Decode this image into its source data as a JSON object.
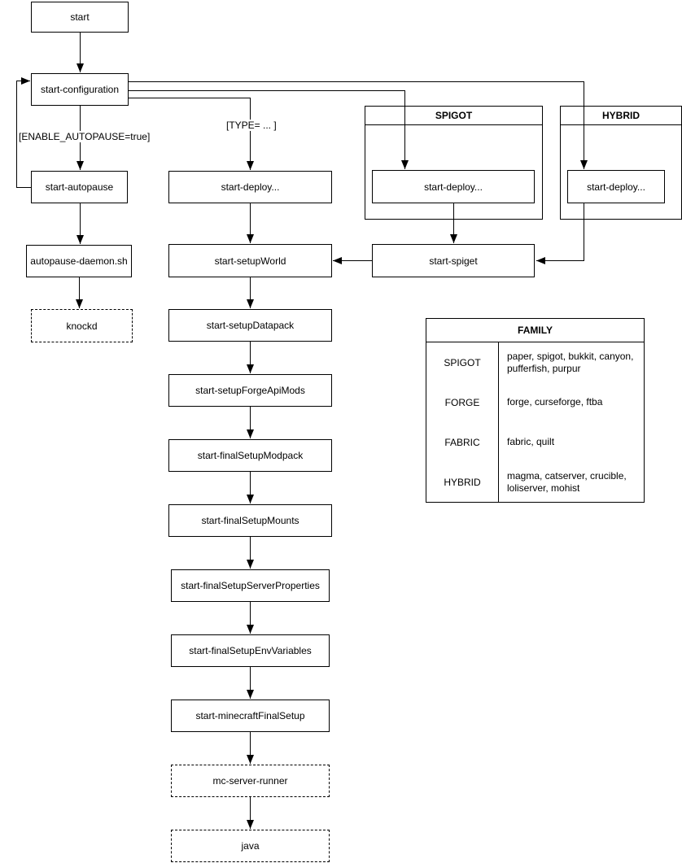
{
  "diagram": {
    "colors": {
      "stroke": "#000000",
      "background": "#ffffff"
    },
    "nodes": {
      "start": "start",
      "start_configuration": "start-configuration",
      "start_autopause": "start-autopause",
      "autopause_daemon": "autopause-daemon.sh",
      "knockd": "knockd",
      "start_deploy": "start-deploy...",
      "start_setup_world": "start-setupWorld",
      "start_setup_datapack": "start-setupDatapack",
      "start_setup_forge_api_mods": "start-setupForgeApiMods",
      "start_final_setup_modpack": "start-finalSetupModpack",
      "start_final_setup_mounts": "start-finalSetupMounts",
      "start_final_setup_server_properties": "start-finalSetupServerProperties",
      "start_final_setup_env_variables": "start-finalSetupEnvVariables",
      "start_minecraft_final_setup": "start-minecraftFinalSetup",
      "mc_server_runner": "mc-server-runner",
      "java": "java",
      "spigot_deploy": "start-deploy...",
      "hybrid_deploy": "start-deploy...",
      "start_spiget": "start-spiget"
    },
    "edge_labels": {
      "enable_autopause": "[ENABLE_AUTOPAUSE=true]",
      "type": "[TYPE= ... ]"
    },
    "containers": {
      "spigot": "SPIGOT",
      "hybrid": "HYBRID"
    },
    "family_table": {
      "title": "FAMILY",
      "rows": [
        {
          "family": "SPIGOT",
          "values": "paper, spigot, bukkit, canyon, pufferfish, purpur"
        },
        {
          "family": "FORGE",
          "values": "forge, curseforge, ftba"
        },
        {
          "family": "FABRIC",
          "values": "fabric, quilt"
        },
        {
          "family": "HYBRID",
          "values": "magma, catserver, crucible, loliserver, mohist"
        }
      ]
    }
  }
}
